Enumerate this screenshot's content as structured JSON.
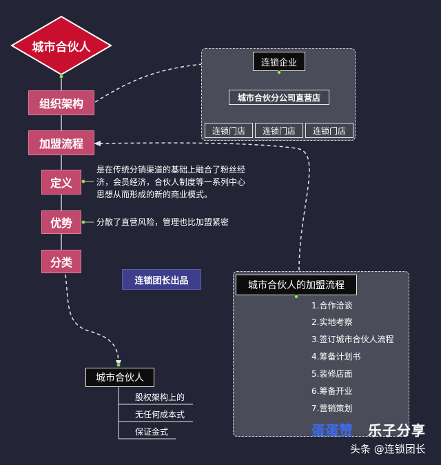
{
  "root": {
    "label": "城市合伙人"
  },
  "branches": [
    {
      "key": "org",
      "label": "组织架构"
    },
    {
      "key": "process",
      "label": "加盟流程"
    },
    {
      "key": "definition",
      "label": "定义",
      "detail": [
        "是在传统分销渠道的基础上融合了粉丝经",
        "济，会员经济，合伙人制度等一系列中心",
        "思想从而形成的新的商业模式。"
      ]
    },
    {
      "key": "advantage",
      "label": "优势",
      "detail": [
        "分散了直营风险，管理也比加盟紧密"
      ]
    },
    {
      "key": "category",
      "label": "分类"
    }
  ],
  "org_chart": {
    "top": "连锁企业",
    "middle": "城市合伙分公司直营店",
    "stores": [
      "连锁门店",
      "连锁门店",
      "连锁门店"
    ]
  },
  "badge": "连锁团长出品",
  "process_panel": {
    "title": "城市合伙人的加盟流程",
    "steps": [
      "1.合作洽谈",
      "2.实地考察",
      "3.签订城市合伙人流程",
      "4.筹备计划书",
      "5.装修店面",
      "6.筹备开业",
      "7.营销策划"
    ]
  },
  "category_tree": {
    "title": "城市合伙人",
    "items": [
      "股权架构上的",
      "无任何成本式",
      "保证金式"
    ]
  },
  "watermark": {
    "site": "蛋蛋赞",
    "brand": "乐子分享",
    "line2": "头条 @连锁团长"
  },
  "colors": {
    "background": "#232536",
    "root": "#c8102e",
    "branch": "#c2496e",
    "badge": "#3d3f8c"
  }
}
